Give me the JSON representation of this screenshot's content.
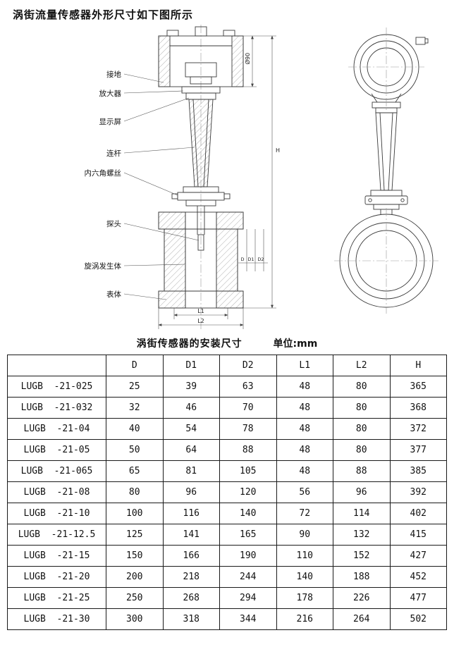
{
  "page": {
    "title": "涡街流量传感器外形尺寸如下图所示"
  },
  "diagram": {
    "part_labels": [
      "接地",
      "放大器",
      "显示屏",
      "连杆",
      "内六角螺丝",
      "探头",
      "旋涡发生体",
      "表体"
    ],
    "dim_labels": {
      "diameter": "Ø90",
      "h": "H",
      "d": "D",
      "d1": "D1",
      "d2": "D2",
      "l1": "L1",
      "l2": "L2"
    }
  },
  "table": {
    "caption": "涡街传感器的安装尺寸",
    "unit": "单位:mm",
    "headers": [
      "",
      "D",
      "D1",
      "D2",
      "L1",
      "L2",
      "H"
    ],
    "rows": [
      [
        "LUGB  -21-025",
        "25",
        "39",
        "63",
        "48",
        "80",
        "365"
      ],
      [
        "LUGB  -21-032",
        "32",
        "46",
        "70",
        "48",
        "80",
        "368"
      ],
      [
        "LUGB  -21-04",
        "40",
        "54",
        "78",
        "48",
        "80",
        "372"
      ],
      [
        "LUGB  -21-05",
        "50",
        "64",
        "88",
        "48",
        "80",
        "377"
      ],
      [
        "LUGB  -21-065",
        "65",
        "81",
        "105",
        "48",
        "88",
        "385"
      ],
      [
        "LUGB  -21-08",
        "80",
        "96",
        "120",
        "56",
        "96",
        "392"
      ],
      [
        "LUGB  -21-10",
        "100",
        "116",
        "140",
        "72",
        "114",
        "402"
      ],
      [
        "LUGB  -21-12.5",
        "125",
        "141",
        "165",
        "90",
        "132",
        "415"
      ],
      [
        "LUGB  -21-15",
        "150",
        "166",
        "190",
        "110",
        "152",
        "427"
      ],
      [
        "LUGB  -21-20",
        "200",
        "218",
        "244",
        "140",
        "188",
        "452"
      ],
      [
        "LUGB  -21-25",
        "250",
        "268",
        "294",
        "178",
        "226",
        "477"
      ],
      [
        "LUGB  -21-30",
        "300",
        "318",
        "344",
        "216",
        "264",
        "502"
      ]
    ]
  }
}
